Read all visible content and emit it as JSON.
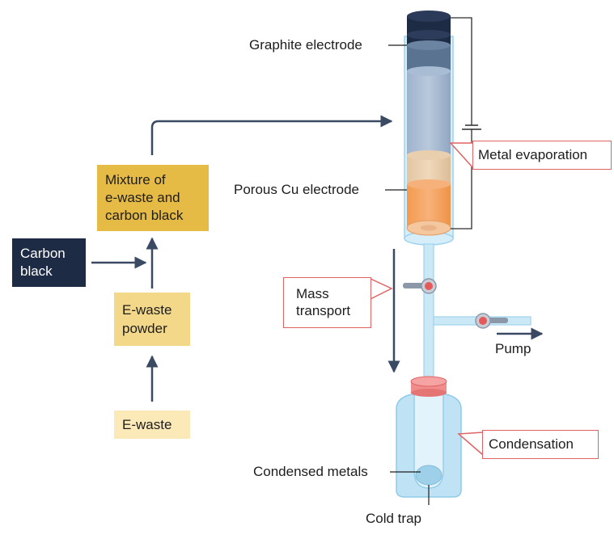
{
  "flow": {
    "ewaste": "E-waste",
    "powder_line1": "E-waste",
    "powder_line2": "powder",
    "carbon_line1": "Carbon",
    "carbon_line2": "black",
    "mixture_line1": "Mixture of",
    "mixture_line2": "e-waste and",
    "mixture_line3": "carbon black"
  },
  "apparatus": {
    "graphite_electrode": "Graphite electrode",
    "porous_cu_electrode": "Porous Cu electrode",
    "metal_evaporation": "Metal evaporation",
    "mass_transport_line1": "Mass",
    "mass_transport_line2": "transport",
    "pump": "Pump",
    "condensation": "Condensation",
    "condensed_metals": "Condensed metals",
    "cold_trap": "Cold trap"
  },
  "colors": {
    "navy": "#1e2b45",
    "mixture_box": "#e6bb45",
    "powder_box": "#f3d88a",
    "ewaste_box": "#fbeab8",
    "callout_border": "#e06363",
    "glass": "#bfe3f5",
    "copper": "#f5a25e",
    "red_valve": "#e45a5a"
  }
}
